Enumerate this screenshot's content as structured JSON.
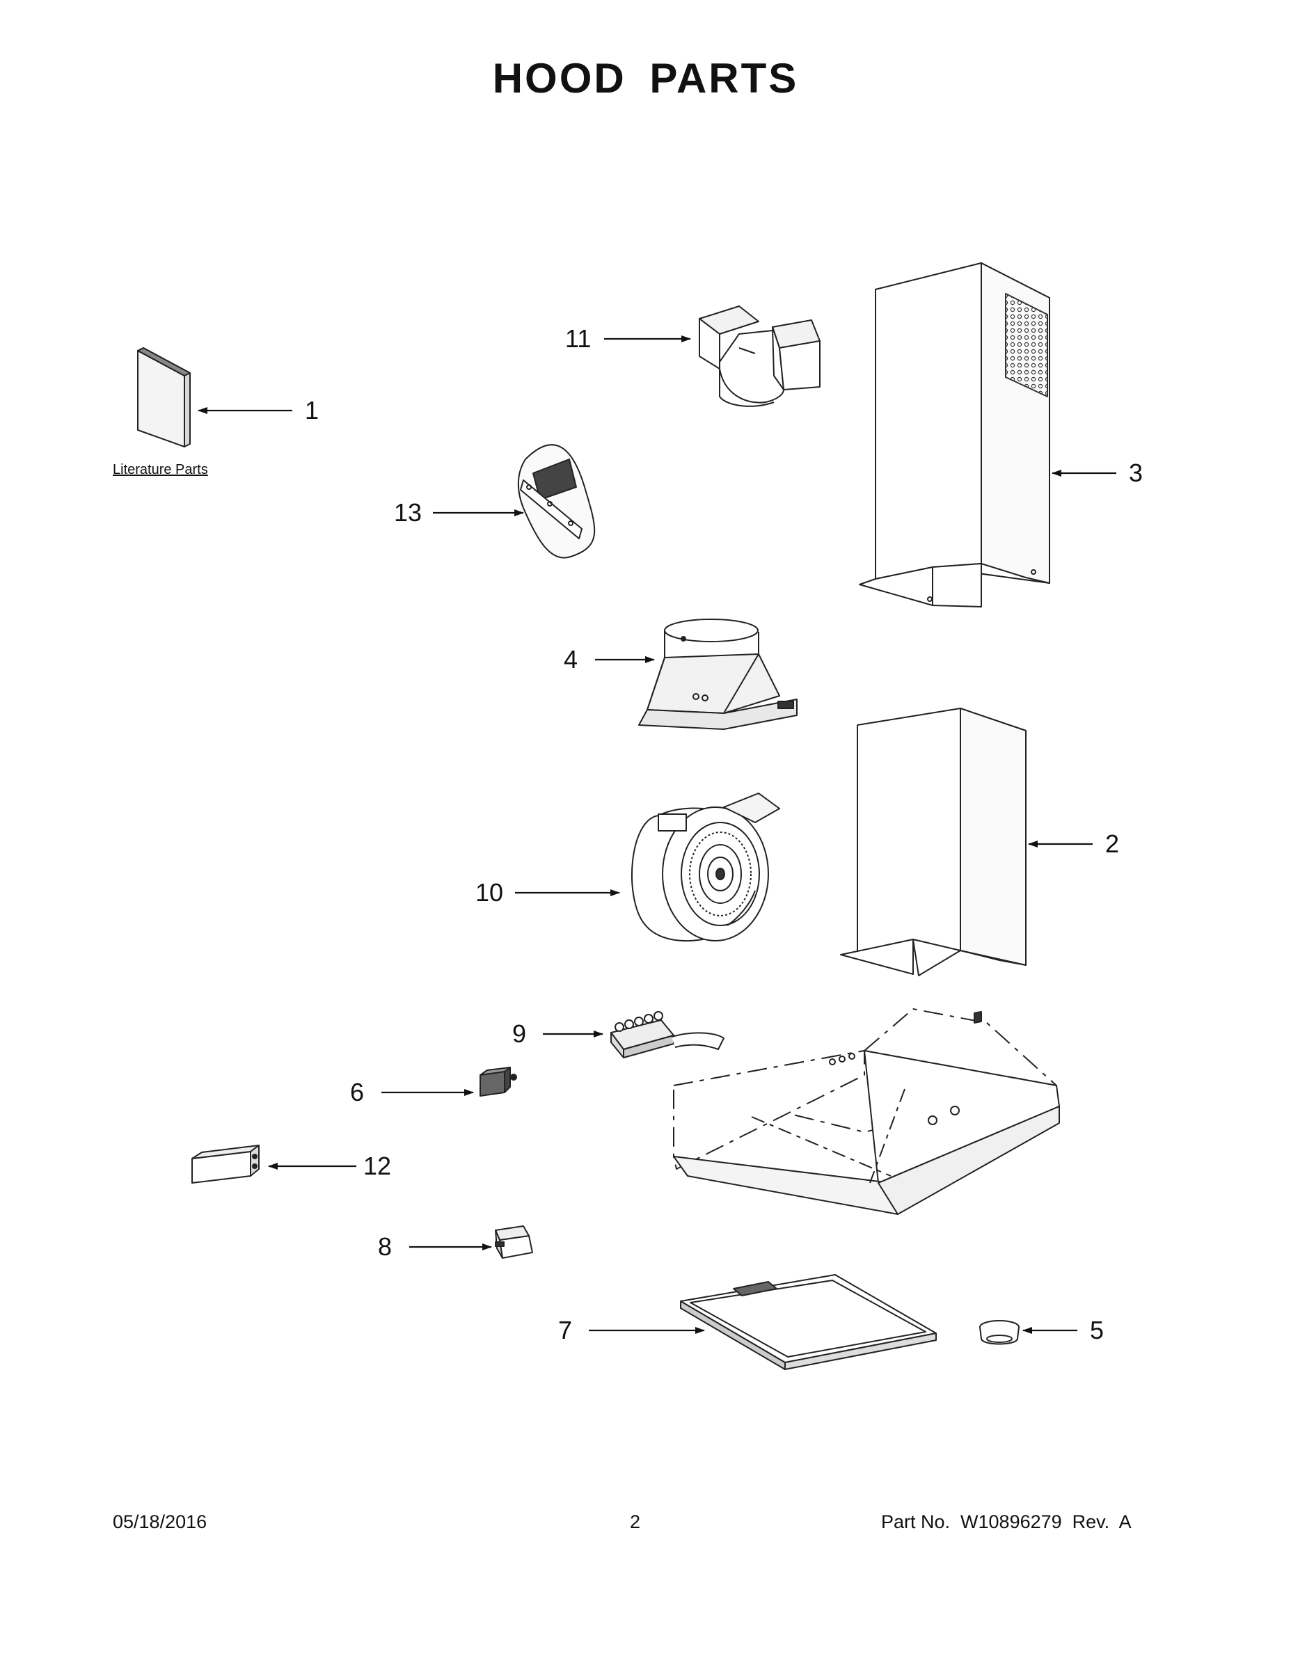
{
  "title": "HOOD PARTS",
  "literature_label": "Literature Parts",
  "callouts": {
    "c1": "1",
    "c2": "2",
    "c3": "3",
    "c4": "4",
    "c5": "5",
    "c6": "6",
    "c7": "7",
    "c8": "8",
    "c9": "9",
    "c10": "10",
    "c11": "11",
    "c12": "12",
    "c13": "13"
  },
  "footer": {
    "date": "05/18/2016",
    "page": "2",
    "part_no": "Part No.  W10896279  Rev.  A"
  }
}
